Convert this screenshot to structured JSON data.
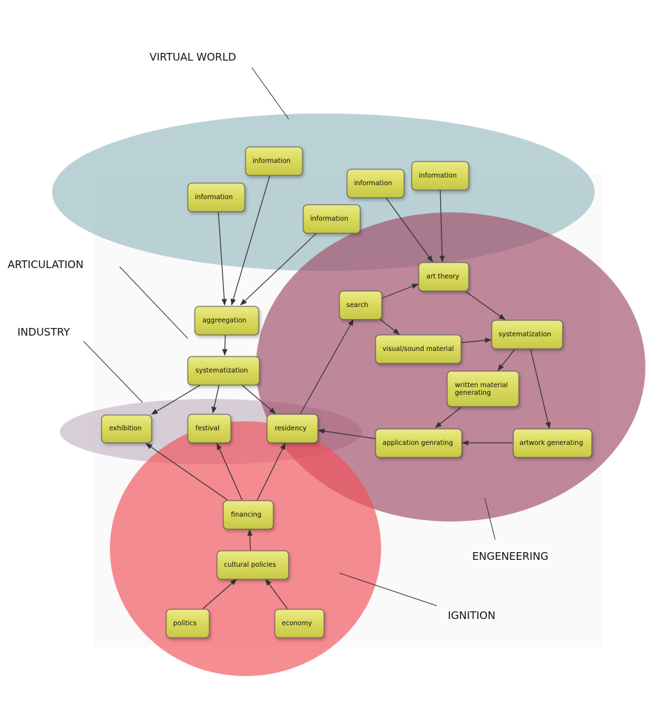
{
  "colors": {
    "virtual_world": "#9dbfc3",
    "engineering": "#a04a67",
    "industry": "#c9bdca",
    "ignition": "#f15057",
    "node_fill": "#d9d95a",
    "node_border": "#555555"
  },
  "regions": {
    "virtual_world": "VIRTUAL WORLD",
    "articulation": "ARTICULATION",
    "industry": "INDUSTRY",
    "engineering": "ENGENEERING",
    "ignition": "IGNITION"
  },
  "nodes": {
    "information_1": "information",
    "information_2": "information",
    "information_3": "information",
    "information_4": "information",
    "information_5": "information",
    "aggregation": "aggreegation",
    "systematization_left": "systematization",
    "exhibition": "exhibition",
    "festival": "festival",
    "residency": "residency",
    "financing": "financing",
    "cultural_policies": "cultural policies",
    "politics": "politics",
    "economy": "economy",
    "art_theory": "art theory",
    "search": "search",
    "visual_sound_material": "visual/sound material",
    "systematization_right": "systematization",
    "written_material_1": "written material",
    "written_material_2": "generating",
    "application_generating": "application genrating",
    "artwork_generating": "artwork generating"
  }
}
